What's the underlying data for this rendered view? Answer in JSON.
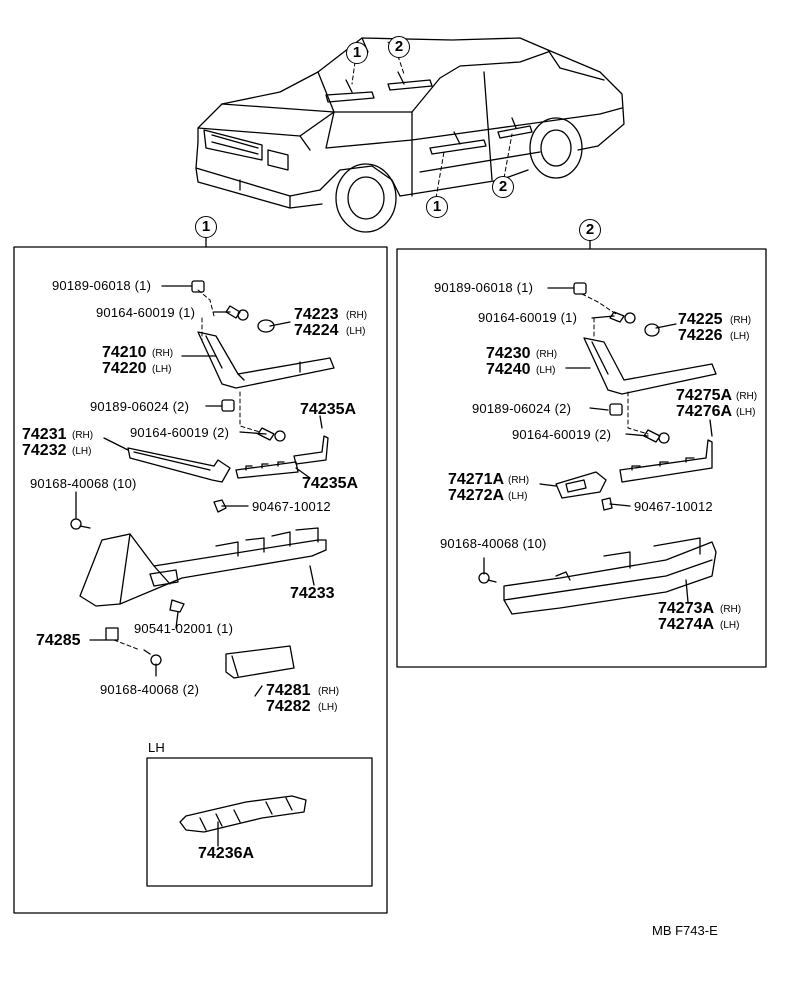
{
  "diagram": {
    "figure_code": "MB  F743-E",
    "callouts": [
      "1",
      "2"
    ],
    "lh_box_title": "LH",
    "rh": "(RH)",
    "lh": "(LH)",
    "panel1": {
      "p90189_06018": "90189-06018 (1)",
      "p90164_60019a": "90164-60019 (1)",
      "p74223": "74223",
      "p74224": "74224",
      "p74210": "74210",
      "p74220": "74220",
      "p90189_06024": "90189-06024 (2)",
      "p74235A_top": "74235A",
      "p74231": "74231",
      "p74232": "74232",
      "p90164_60019b": "90164-60019 (2)",
      "p74235A_bot": "74235A",
      "p90168_40068_10": "90168-40068 (10)",
      "p90467_10012": "90467-10012",
      "p74233": "74233",
      "p90541_02001": "90541-02001 (1)",
      "p74285": "74285",
      "p90168_40068_2": "90168-40068 (2)",
      "p74281": "74281",
      "p74282": "74282",
      "p74236A": "74236A"
    },
    "panel2": {
      "p90189_06018": "90189-06018 (1)",
      "p90164_60019a": "90164-60019 (1)",
      "p74225": "74225",
      "p74226": "74226",
      "p74230": "74230",
      "p74240": "74240",
      "p90189_06024": "90189-06024 (2)",
      "p74275A": "74275A",
      "p74276A": "74276A",
      "p90164_60019b": "90164-60019 (2)",
      "p74271A": "74271A",
      "p74272A": "74272A",
      "p90467_10012": "90467-10012",
      "p90168_40068_10": "90168-40068 (10)",
      "p74273A": "74273A",
      "p74274A": "74274A"
    }
  }
}
